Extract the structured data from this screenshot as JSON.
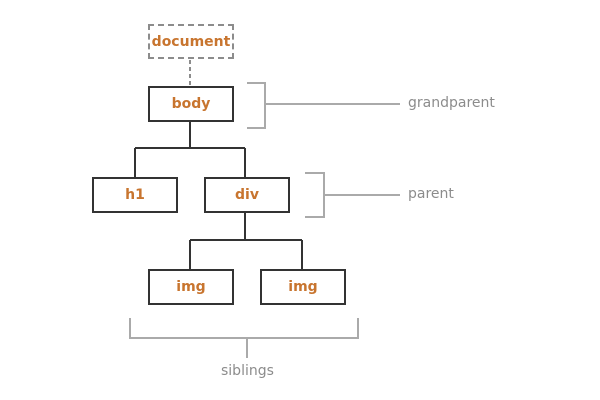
{
  "nodes": {
    "document": "document",
    "body": "body",
    "h1": "h1",
    "div": "div",
    "img_left": "img",
    "img_right": "img"
  },
  "annotations": {
    "grandparent": "grandparent",
    "parent": "parent",
    "siblings": "siblings"
  },
  "colors": {
    "node_text": "#c8752f",
    "tree_lines": "#333333",
    "annotation": "#8c8c8c",
    "bracket": "#aaaaaa"
  }
}
